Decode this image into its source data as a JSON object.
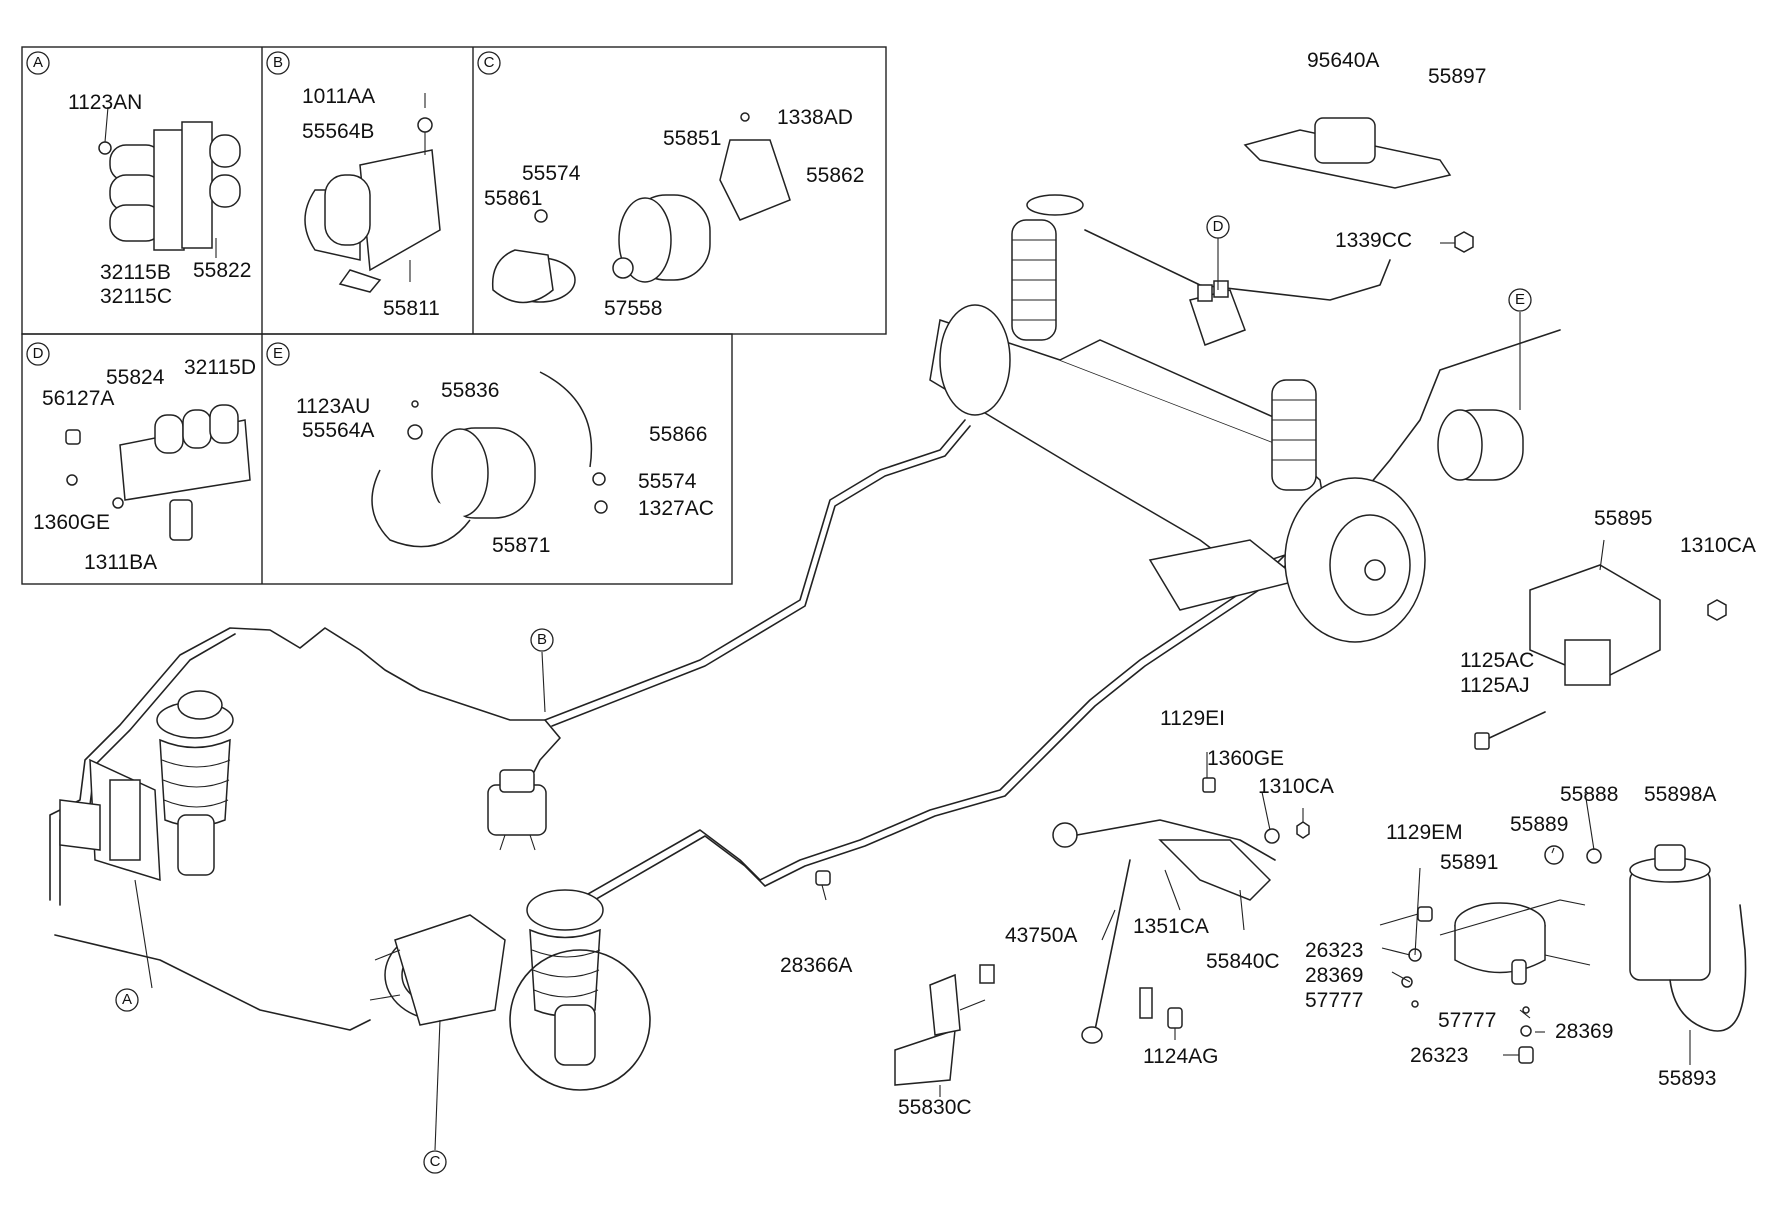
{
  "panels": [
    {
      "letter": "A",
      "parts": [
        "1123AN",
        "32115B",
        "32115C",
        "55822"
      ]
    },
    {
      "letter": "B",
      "parts": [
        "1011AA",
        "55564B",
        "55811"
      ]
    },
    {
      "letter": "C",
      "parts": [
        "1338AD",
        "55851",
        "55574",
        "55861",
        "55862",
        "57558"
      ]
    },
    {
      "letter": "D",
      "parts": [
        "32115D",
        "55824",
        "56127A",
        "1360GE",
        "1311BA"
      ]
    },
    {
      "letter": "E",
      "parts": [
        "1123AU",
        "55836",
        "55564A",
        "55866",
        "55574",
        "1327AC",
        "55871"
      ]
    }
  ],
  "callouts": [
    "A",
    "B",
    "C",
    "D",
    "E"
  ],
  "main_parts": [
    "95640A",
    "55897",
    "1339CC",
    "55895",
    "1310CA",
    "1125AC",
    "1125AJ",
    "1129EI",
    "1360GE",
    "1310CA",
    "55888",
    "55898A",
    "1129EM",
    "55889",
    "55891",
    "43750A",
    "1351CA",
    "55840C",
    "26323",
    "28369",
    "57777",
    "57777",
    "28369",
    "26323",
    "28366A",
    "55830C",
    "1124AG",
    "55893"
  ]
}
